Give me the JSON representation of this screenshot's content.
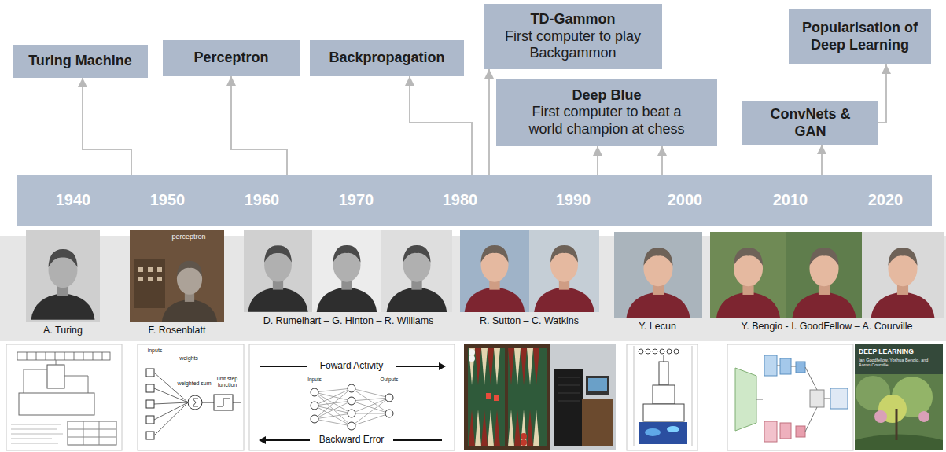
{
  "diagram": {
    "nodes": [
      {
        "text": [
          "Turing Machine"
        ]
      },
      {
        "text": [
          "Perceptron"
        ]
      },
      {
        "text": [
          "Backpropagation"
        ]
      },
      {
        "text": [
          "TD-Gammon",
          "First computer to play Backgammon"
        ]
      },
      {
        "text": [
          "Deep Blue",
          "First computer to beat a world champion at chess"
        ]
      },
      {
        "text": [
          "ConvNets & GAN"
        ]
      },
      {
        "text": [
          "Popularisation of Deep Learning"
        ]
      },
      {
        "text": [
          "1940",
          "1950",
          "1960",
          "1970",
          "1980",
          "1990",
          "2000",
          "2010",
          "2020"
        ]
      }
    ],
    "edges": [
      {
        "from": 7,
        "to": 0,
        "arrow": "to"
      },
      {
        "from": 7,
        "to": 1,
        "arrow": "to"
      },
      {
        "from": 7,
        "to": 2,
        "arrow": "to"
      },
      {
        "from": 7,
        "to": 3,
        "arrow": "to"
      },
      {
        "from": 7,
        "to": 4,
        "arrow": "to"
      },
      {
        "from": 7,
        "to": 4,
        "arrow": "to"
      },
      {
        "from": 7,
        "to": 5,
        "arrow": "to"
      },
      {
        "from": 5,
        "to": 6,
        "arrow": "to"
      }
    ],
    "labels": [
      "perceptron",
      "A. Turing",
      "F. Rosenblatt",
      "D. Rumelhart – G. Hinton – R. Williams",
      "R. Sutton – C. Watkins",
      "Y. Lecun",
      "Y. Bengio - I. GoodFellow – A. Courville",
      "inputs",
      "weights",
      "weighted sum",
      "unit step function",
      "Foward Activity",
      "Inputs",
      "Outputs",
      "Backward Error",
      "DEEP LEARNING",
      "Ian Goodfellow, Yoshua Bengio, and Aaron Courville"
    ]
  }
}
